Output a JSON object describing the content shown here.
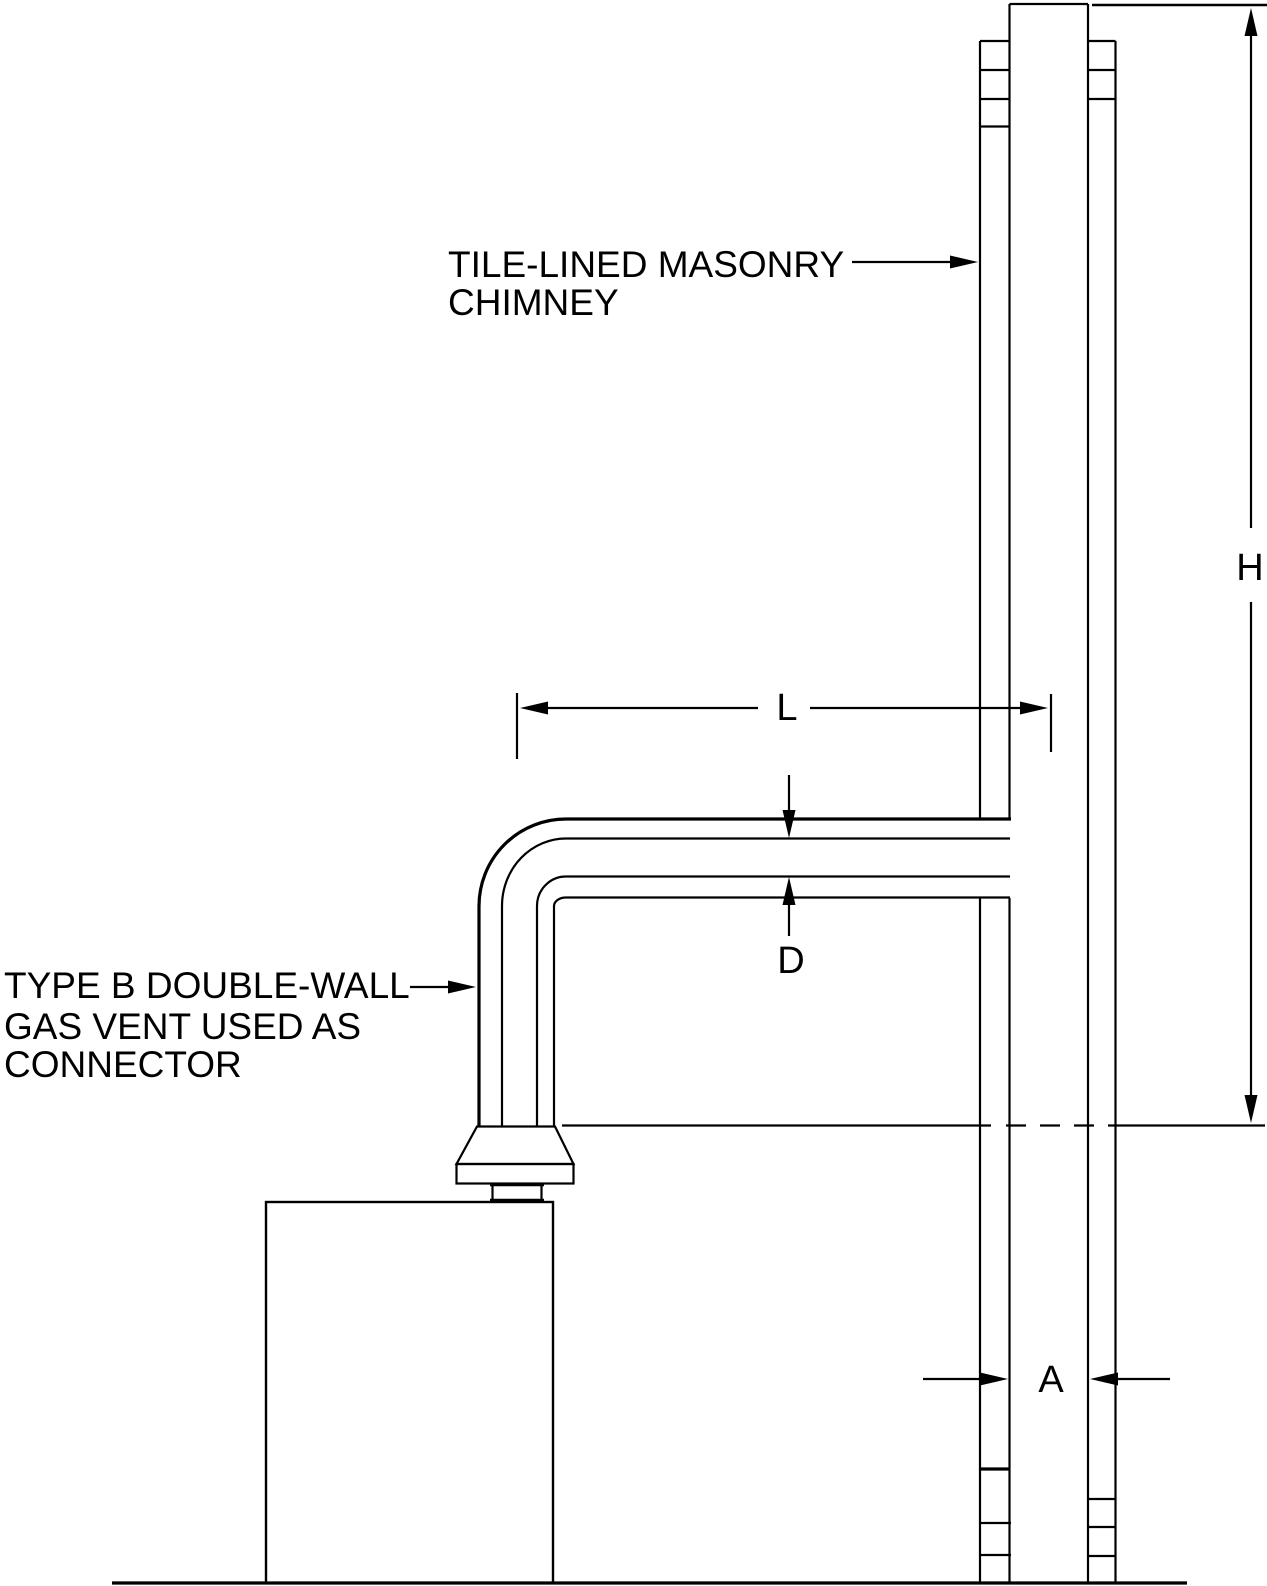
{
  "figure": {
    "callouts": {
      "tile_chimney_line1": "TILE-LINED MASONRY",
      "tile_chimney_line2": "CHIMNEY",
      "type_b_line1": "TYPE B DOUBLE-WALL",
      "type_b_line2": "GAS VENT USED AS",
      "type_b_line3": "CONNECTOR"
    },
    "dimension_labels": {
      "chimney_height": "H",
      "lateral_length": "L",
      "connector_diameter": "D",
      "flue_width": "A"
    },
    "colors": {
      "line": "#000000",
      "background": "#ffffff"
    }
  }
}
